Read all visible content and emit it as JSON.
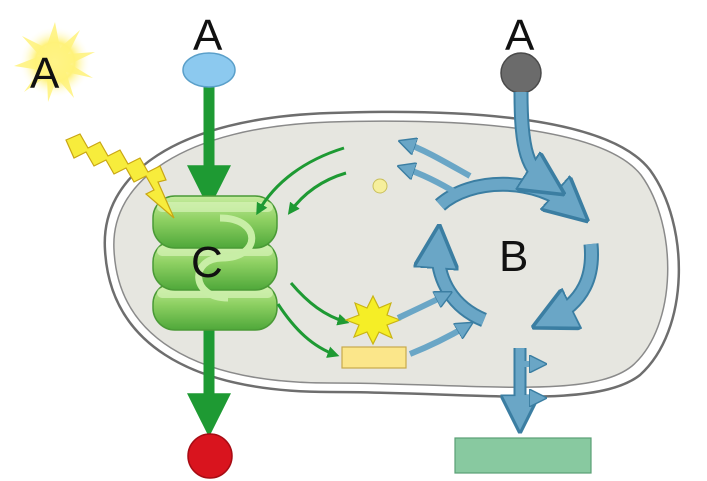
{
  "labels": {
    "sunlight": "A",
    "input_left": "A",
    "input_right": "A",
    "cycle": "B",
    "thylakoid": "C"
  },
  "colors": {
    "outer_membrane": "#6e6e6e",
    "stroma": "#e6e6e0",
    "thylakoid_light": "#a9dc7c",
    "thylakoid_dark": "#5cb340",
    "green_arrow": "#1e9a33",
    "blue_arrow": "#6aa6c6",
    "blue_arrow_edge": "#3b7ea2",
    "sun": "#fff060",
    "lightning": "#f7ec3c",
    "top_left_circle": "#8cc9ef",
    "top_right_circle": "#6b6b6b",
    "bottom_circle": "#d9141e",
    "product_box": "#88c9a0",
    "small_rect": "#fbe68a",
    "small_dot": "#f6ef9c",
    "energy_burst": "#f5ee26"
  }
}
